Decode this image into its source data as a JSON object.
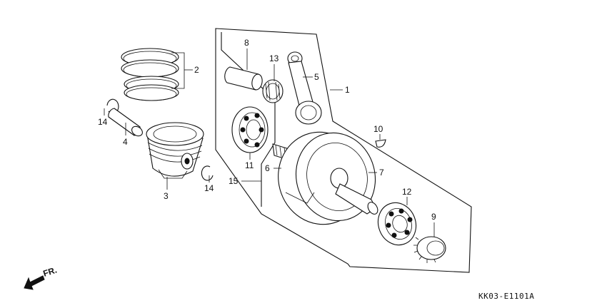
{
  "diagram": {
    "callouts": {
      "c1": "1",
      "c2": "2",
      "c3": "3",
      "c4": "4",
      "c5": "5",
      "c6": "6",
      "c7": "7",
      "c8": "8",
      "c9": "9",
      "c10": "10",
      "c11": "11",
      "c12": "12",
      "c13": "13",
      "c14a": "14",
      "c14b": "14",
      "c15": "15"
    },
    "direction_label": "FR.",
    "diagram_code": "KK03-E1101A"
  }
}
